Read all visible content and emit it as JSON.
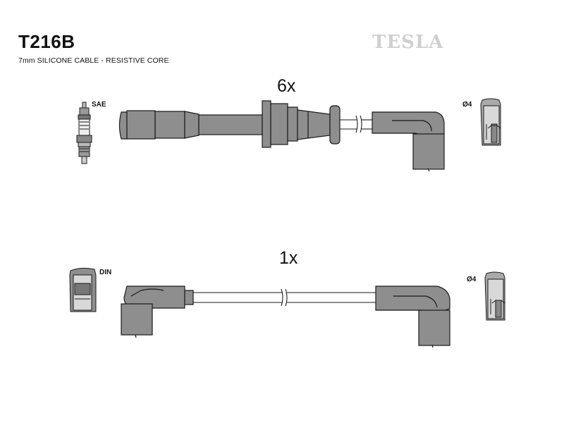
{
  "header": {
    "part_number": "T216B",
    "subtitle": "7mm SILICONE CABLE - RESISTIVE CORE",
    "brand": "TESLA"
  },
  "sets": [
    {
      "quantity": "6x",
      "left_terminal_label": "SAE",
      "right_terminal_label": "Ø4"
    },
    {
      "quantity": "1x",
      "left_terminal_label": "DIN",
      "right_terminal_label": "Ø4"
    }
  ],
  "colors": {
    "part_fill": "#8e8e8e",
    "part_dark": "#6a6a6a",
    "outline": "#1a1a1a",
    "brand_gray": "#cfcfcf"
  }
}
